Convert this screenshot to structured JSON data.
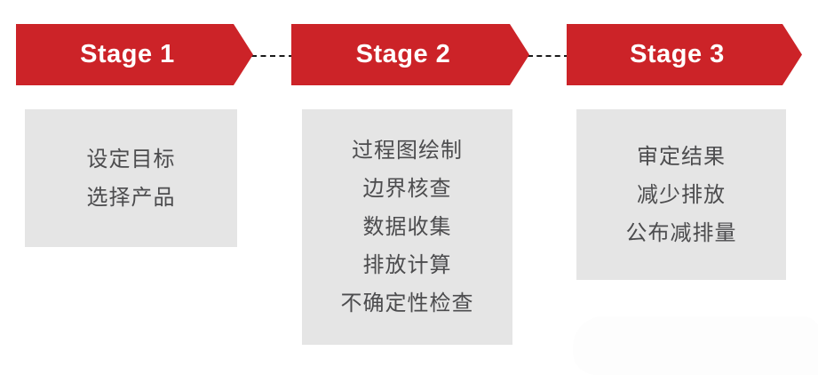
{
  "colors": {
    "arrow_red": "#cc2328",
    "box_gray": "#e5e5e5",
    "task_text": "#4c4c4e",
    "dash": "#1a1a1a",
    "stage_label": "#ffffff",
    "watermark": "#fdfdfd",
    "background": "#ffffff"
  },
  "stages": [
    {
      "label": "Stage 1",
      "items": [
        "设定目标",
        "选择产品"
      ]
    },
    {
      "label": "Stage 2",
      "items": [
        "过程图绘制",
        "边界核查",
        "数据收集",
        "排放计算",
        "不确定性检查"
      ]
    },
    {
      "label": "Stage 3",
      "items": [
        "审定结果",
        "减少排放",
        "公布减排量"
      ]
    }
  ]
}
